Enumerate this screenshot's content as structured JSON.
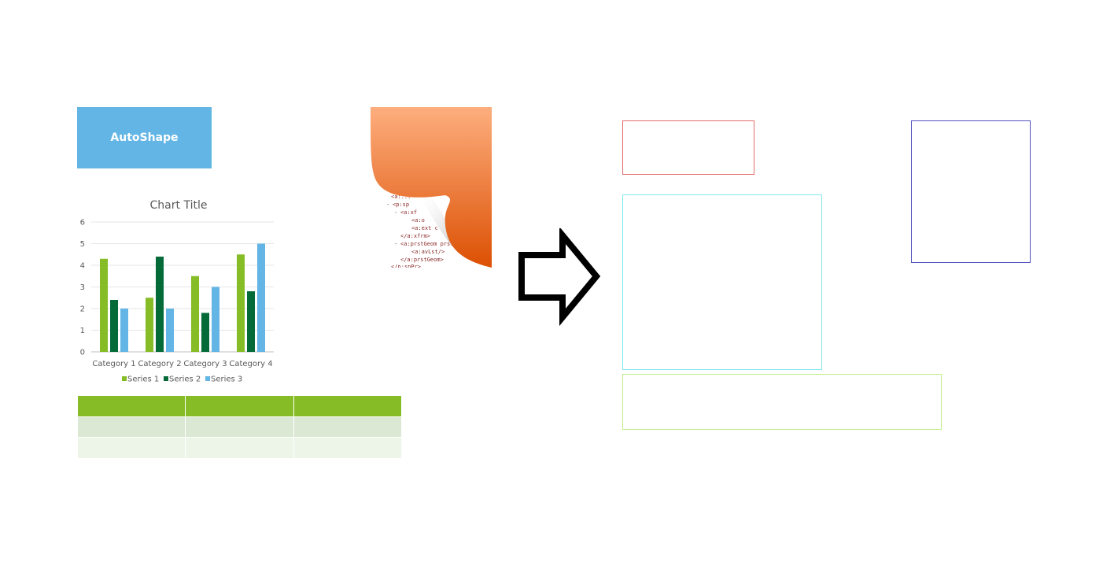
{
  "autoshape": {
    "label": "AutoShape",
    "fill": "#63b5e5"
  },
  "chart_data": {
    "type": "bar",
    "title": "Chart Title",
    "categories": [
      "Category 1",
      "Category 2",
      "Category 3",
      "Category 4"
    ],
    "series": [
      {
        "name": "Series 1",
        "values": [
          4.3,
          2.5,
          3.5,
          4.5
        ],
        "color": "#86bc25"
      },
      {
        "name": "Series 2",
        "values": [
          2.4,
          4.4,
          1.8,
          2.8
        ],
        "color": "#046a38"
      },
      {
        "name": "Series 3",
        "values": [
          2,
          2,
          3,
          5
        ],
        "color": "#62b5e5"
      }
    ],
    "ylim": [
      0,
      6
    ],
    "yticks": [
      0,
      1,
      2,
      3,
      4,
      5,
      6
    ],
    "grid": true,
    "legend": "bottom"
  },
  "table": {
    "colors": {
      "header": "#86bc25",
      "row1": "#dbe8d3",
      "row2": "#edf4e8"
    },
    "rows": [
      [
        "",
        "",
        ""
      ],
      [
        "",
        "",
        ""
      ],
      [
        "",
        "",
        ""
      ]
    ]
  },
  "picture": {
    "xml_lines": [
      "<a:...",
      "<p:sp",
      "<a:xf",
      "<a:o",
      "<a:ext c",
      "</a:xfrm>",
      "<a:prstGeom prst",
      "<a:avLst/>",
      "</a:prstGeom>",
      "</p:spPr>"
    ],
    "gradient_top": "#fdae7e",
    "gradient_bottom": "#dc5003"
  },
  "arrow": {
    "stroke": "#000000"
  },
  "outline_boxes": {
    "red": "#e46c6c",
    "blue": "#5252c0",
    "cyan": "#80e8ee",
    "green": "#c0ee88"
  }
}
